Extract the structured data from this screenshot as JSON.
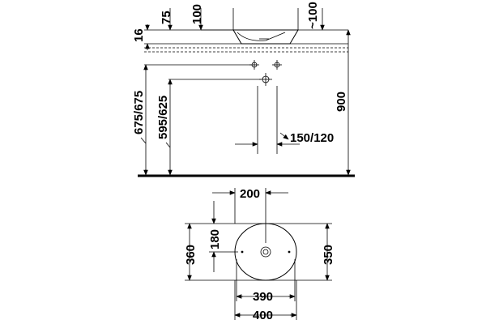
{
  "side_view": {
    "dim_75": "75",
    "dim_100": "100",
    "dim_approx_100": "~100",
    "dim_16": "16",
    "dim_900": "900",
    "dim_675_675": "675/675",
    "dim_595_625": "595/625",
    "dim_150_120": "150/120"
  },
  "top_view": {
    "dim_200": "200",
    "dim_360": "360",
    "dim_180": "180",
    "dim_350": "350",
    "dim_390": "390",
    "dim_400": "400"
  }
}
